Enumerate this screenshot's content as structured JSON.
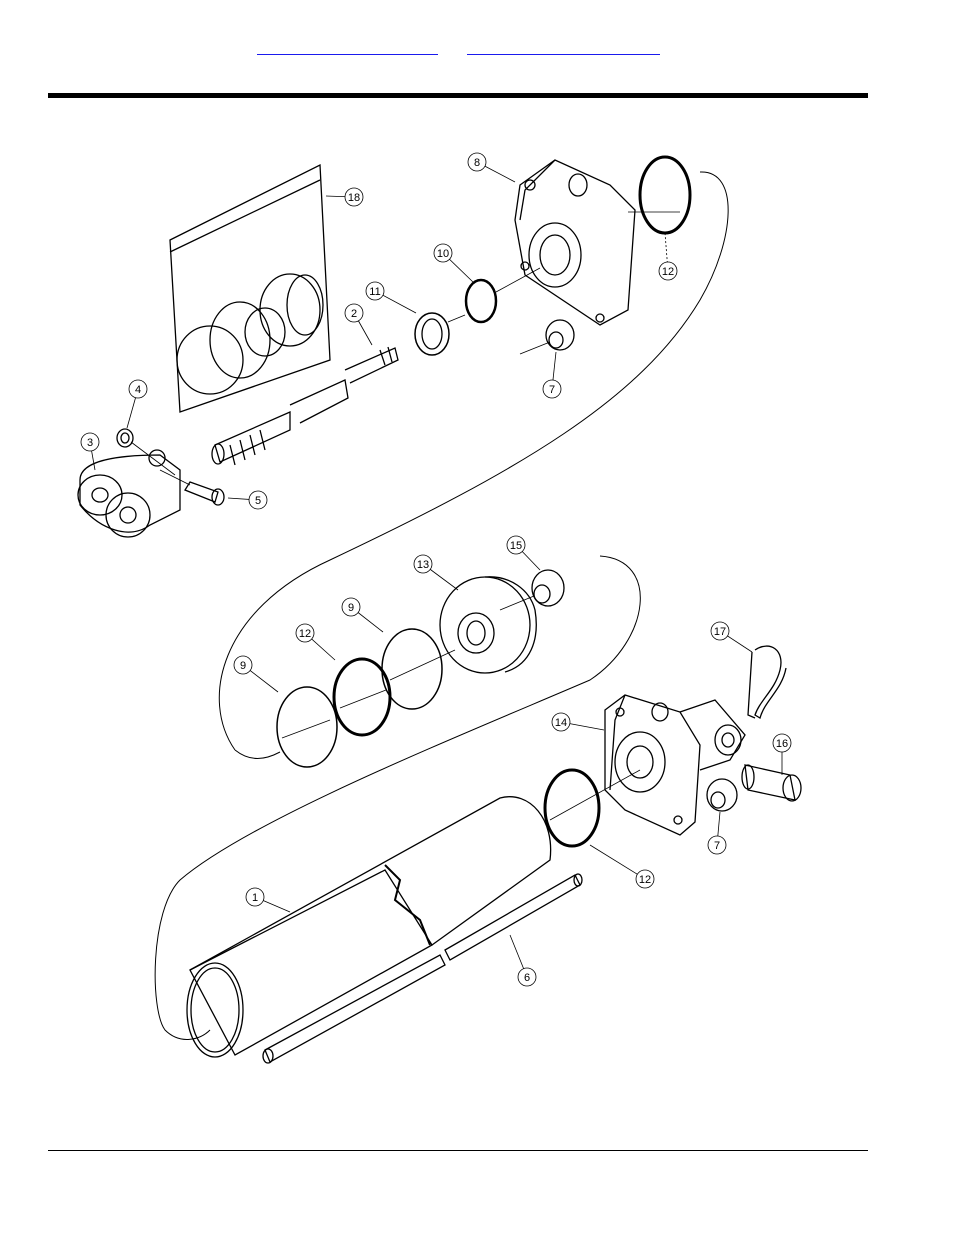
{
  "header": {
    "nav_links": [
      "",
      ""
    ]
  },
  "callouts": [
    {
      "id": "c1",
      "label": "1"
    },
    {
      "id": "c2",
      "label": "2"
    },
    {
      "id": "c3",
      "label": "3"
    },
    {
      "id": "c4",
      "label": "4"
    },
    {
      "id": "c5",
      "label": "5"
    },
    {
      "id": "c6",
      "label": "6"
    },
    {
      "id": "c7a",
      "label": "7"
    },
    {
      "id": "c7b",
      "label": "7"
    },
    {
      "id": "c8",
      "label": "8"
    },
    {
      "id": "c9a",
      "label": "9"
    },
    {
      "id": "c9b",
      "label": "9"
    },
    {
      "id": "c10",
      "label": "10"
    },
    {
      "id": "c11",
      "label": "11"
    },
    {
      "id": "c12a",
      "label": "12"
    },
    {
      "id": "c12b",
      "label": "12"
    },
    {
      "id": "c12c",
      "label": "12"
    },
    {
      "id": "c13",
      "label": "13"
    },
    {
      "id": "c14",
      "label": "14"
    },
    {
      "id": "c15",
      "label": "15"
    },
    {
      "id": "c16",
      "label": "16"
    },
    {
      "id": "c17",
      "label": "17"
    },
    {
      "id": "c18",
      "label": "18"
    }
  ]
}
